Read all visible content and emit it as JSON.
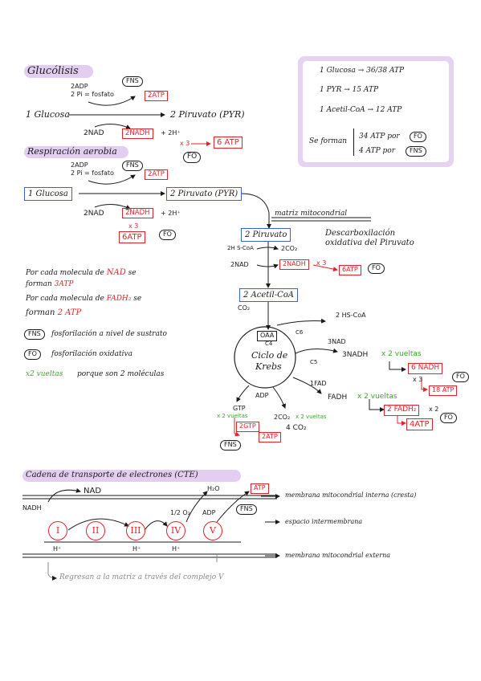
{
  "glucolisis": {
    "title": "Glucólisis",
    "adp": "2ADP",
    "pi": "2 Pi = fosfato",
    "fns": "FNS",
    "atp_box": "2ATP",
    "glucosa": "1 Glucosa",
    "piruvato": "2 Piruvato (PYR)",
    "nad": "2NAD",
    "nadh_box": "2NADH",
    "h": "+ 2H⁺",
    "x3": "x 3",
    "atp6": "6 ATP",
    "fo": "FO"
  },
  "summary": {
    "l1": "1 Glucosa → 36/38 ATP",
    "l2": "1 PYR → 15 ATP",
    "l3": "1 Acetil-CoA → 12 ATP",
    "se_forman": "Se forman",
    "l4": "34 ATP por",
    "l4_tag": "FO",
    "l5": "4 ATP por",
    "l5_tag": "FNS",
    "color": "#e6d3f2"
  },
  "respiracion": {
    "title": "Respiración aerobia",
    "adp": "2ADP",
    "pi": "2 Pi = fosfato",
    "fns": "FNS",
    "atp_box": "2ATP",
    "glucosa": "1 Glucosa",
    "piruvato": "2 Piruvato (PYR)",
    "nad": "2NAD",
    "nadh_box": "2NADH",
    "h": "+ 2H⁺",
    "x3": "x 3",
    "atp6": "6ATP",
    "fo": "FO"
  },
  "mito": {
    "matriz": "matriz mitocondrial",
    "piruvato_box": "2 Piruvato",
    "descarb1": "Descarboxilación",
    "descarb2": "oxidativa del Piruvato",
    "hscoa": "2H S-CoA",
    "co2a": "2CO₂",
    "nad": "2NAD",
    "nadh_box": "2NADH",
    "x3": "x 3",
    "atp6": "6ATP",
    "fo": "FO",
    "acetil_box": "2 Acetil-CoA",
    "co2b": "CO₂",
    "hscoa2": "2 HS-CoA",
    "oaa": "OAA",
    "c4": "C4",
    "c6": "C6",
    "c5": "C5",
    "ciclo1": "Ciclo de",
    "ciclo2": "Krebs",
    "nad3": "3NAD",
    "nadh3": "3NADH",
    "x2v_a": "x 2 vueltas",
    "nadh6_box": "6 NADH",
    "x3b": "x 3",
    "atp18_box": "18 ATP",
    "fo2": "FO",
    "fad": "1FAD",
    "fadh": "FADH",
    "x2v_b": "x 2 vueltas",
    "fadh2_box": "2 FADH₂",
    "x2": "x 2",
    "atp4_box": "4ATP",
    "fo3": "FO",
    "adp": "ADP",
    "gtp": "GTP",
    "x2v_c": "x 2 vueltas",
    "gtp2_box": "2GTP",
    "atp2_box": "2ATP",
    "fns": "FNS",
    "co2c": "2CO₂",
    "x2v_d": "x 2 vueltas",
    "co2d": "4 CO₂"
  },
  "notes": {
    "n1a": "Por cada molecula de",
    "n1b": "NAD",
    "n1c": "se",
    "n1d": "forman",
    "n1e": "3ATP",
    "n2a": "Por cada molecula de",
    "n2b": "FADH₂",
    "n2c": "se",
    "n2d": "forman",
    "n2e": "2 ATP",
    "fns": "FNS",
    "fns_def": "fosforilación a nivel de sustrato",
    "fo": "FO",
    "fo_def": "fosforilación oxidativa",
    "x2a": "x2 vueltas",
    "x2b": "porque son 2 moléculas"
  },
  "cte": {
    "title": "Cadena de transporte de electrones (CTE)",
    "nad": "NAD",
    "nadh": "NADH",
    "h2o": "H₂O",
    "o2": "1/2 O₂",
    "adp": "ADP",
    "atp": "ATP",
    "fns": "FNS",
    "c1": "I",
    "c2": "II",
    "c3": "III",
    "c4": "IV",
    "c5": "V",
    "h1": "H⁺",
    "h2": "H⁺",
    "h3": "H⁺",
    "mem_int": "membrana mitocondrial interna (cresta)",
    "espacio": "espacio intermembrana",
    "mem_ext": "membrana mitocondrial externa",
    "regresan": "Regresan a la matriz a través del complejo V"
  }
}
